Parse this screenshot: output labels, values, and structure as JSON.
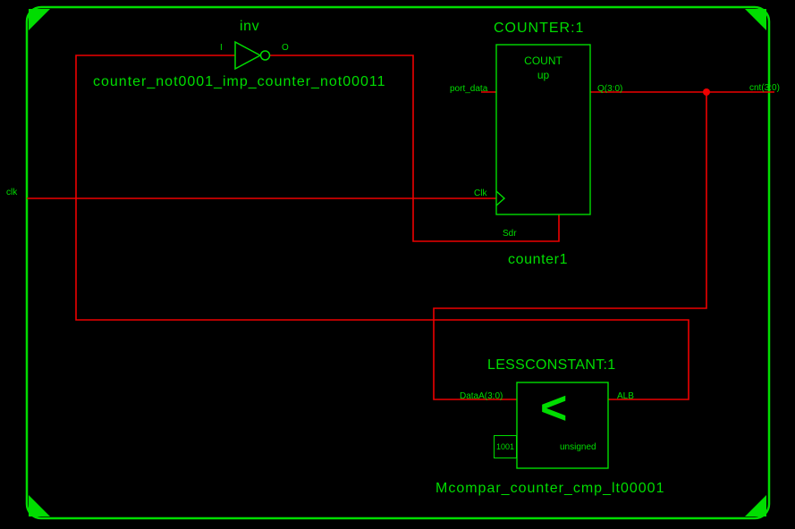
{
  "colors": {
    "background": "#000000",
    "symbol_green": "#00dd00",
    "wire_red": "#ee0000"
  },
  "ports": {
    "clk_label": "clk",
    "cnt_label": "cnt(3:0)"
  },
  "inverter": {
    "title": "inv",
    "pin_in": "I",
    "pin_out": "O",
    "instance": "counter_not0001_imp_counter_not00011"
  },
  "counter": {
    "title": "COUNTER:1",
    "body_top": "COUNT",
    "body_mode": "up",
    "pin_port_data": "port_data",
    "pin_q": "Q(3:0)",
    "pin_clk": "Clk",
    "pin_sdr": "Sdr",
    "instance": "counter1"
  },
  "comparator": {
    "title": "LESSCONSTANT:1",
    "operator": "<",
    "mode": "unsigned",
    "pin_a": "DataA(3:0)",
    "pin_out": "ALB",
    "constant": "1001",
    "instance": "Mcompar_counter_cmp_lt00001"
  }
}
